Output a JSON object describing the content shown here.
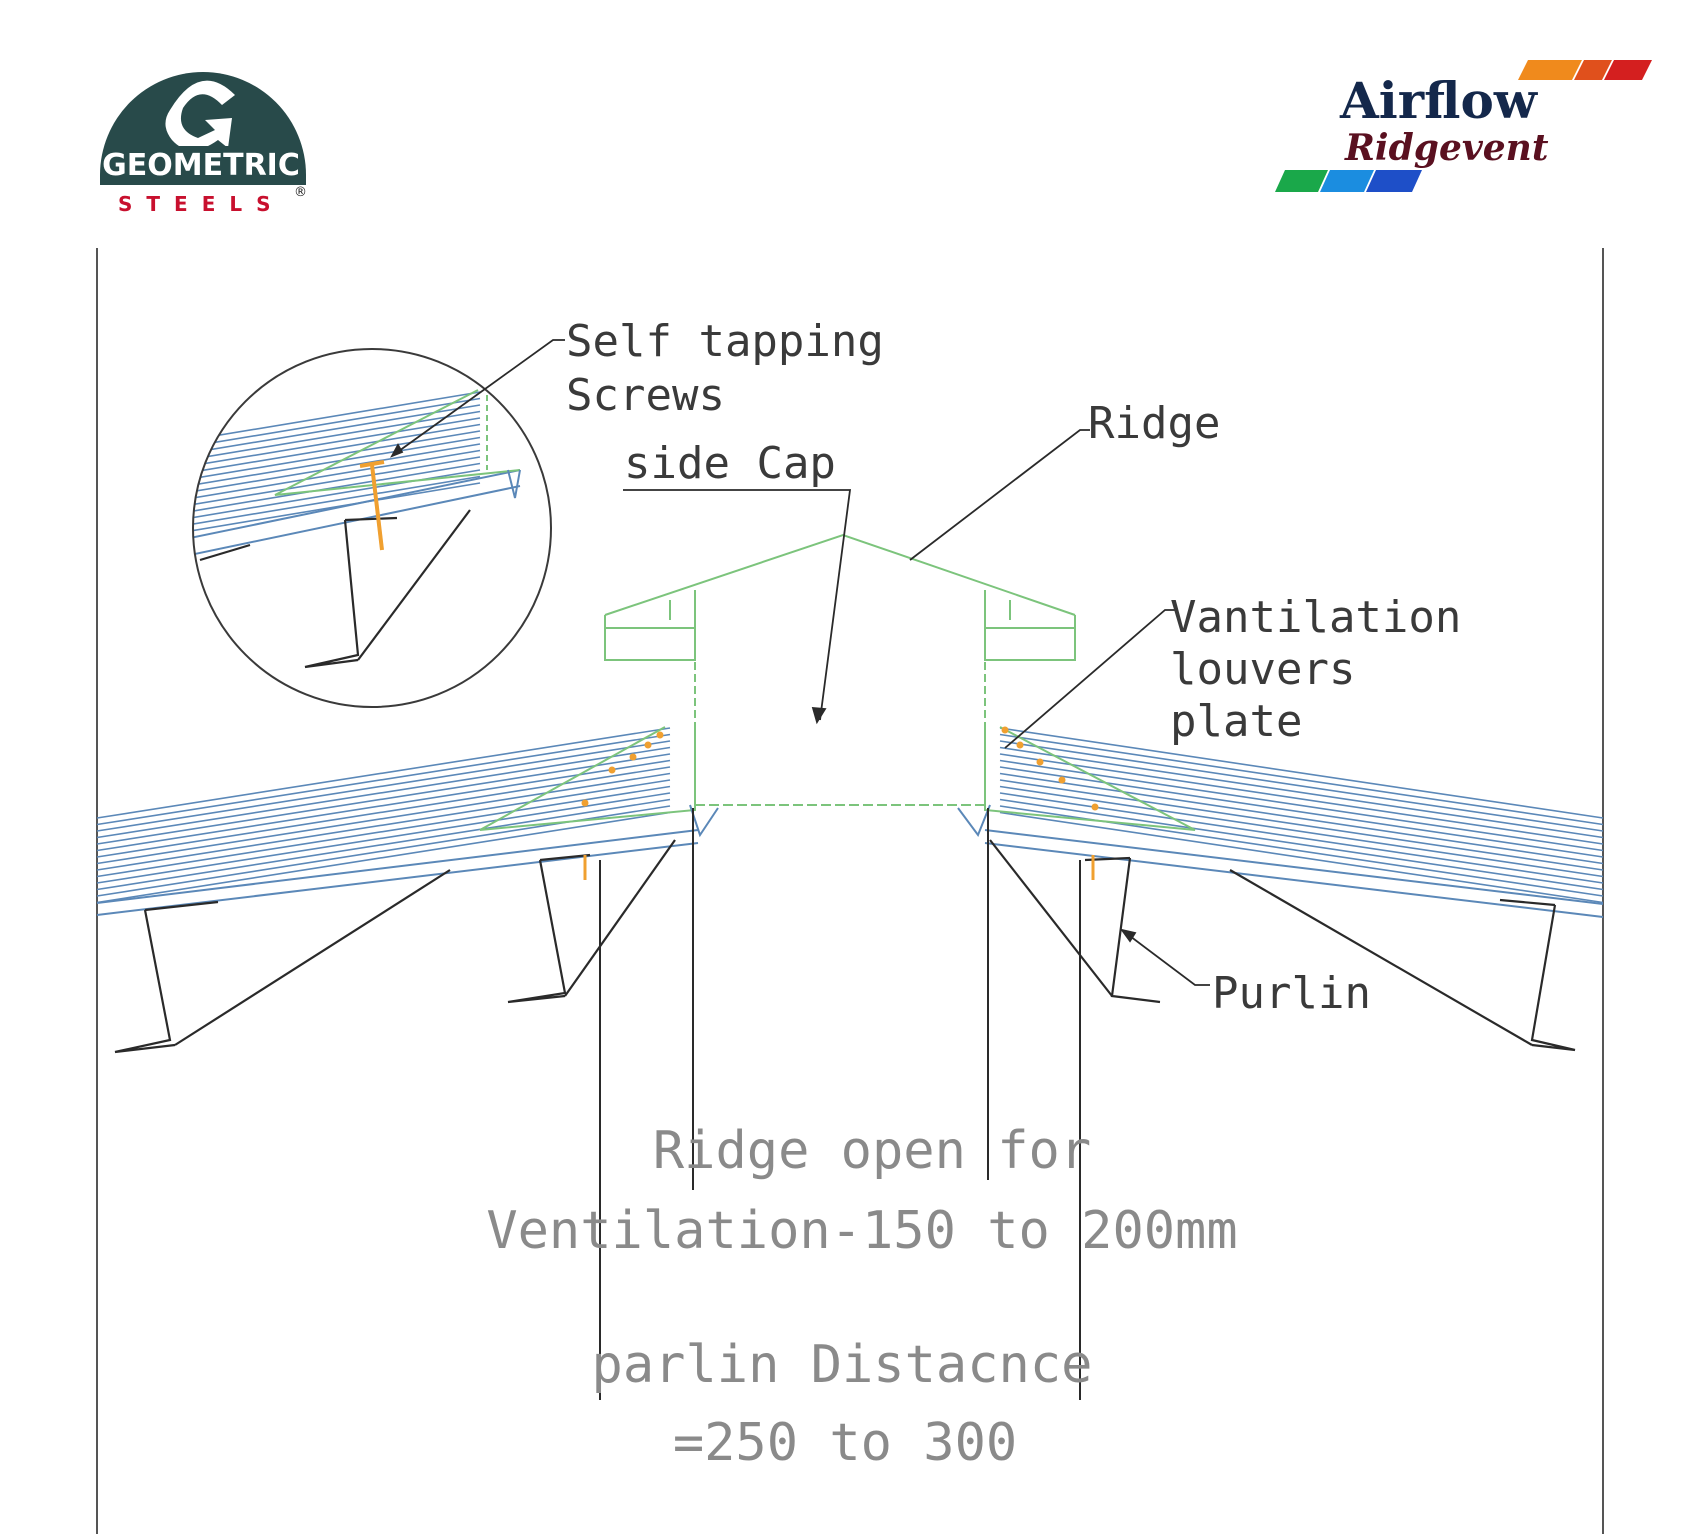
{
  "logos": {
    "geometric": {
      "name": "GEOMETRIC",
      "sub": "STEELS",
      "mark": "®",
      "color": "#284a4a"
    },
    "airflow": {
      "name": "Airflow",
      "sub": "Ridgevent",
      "stripe_colors_top": [
        "#f08a1c",
        "#e0501c",
        "#d41f1f"
      ],
      "stripe_colors_bottom": [
        "#1aa84a",
        "#1b8de0",
        "#1e4fc8"
      ]
    }
  },
  "labels": {
    "self_tapping_1": "Self tapping",
    "self_tapping_2": "Screws",
    "side_cap": "side Cap",
    "ridge": "Ridge",
    "vent_1": "Vantilation",
    "vent_2": "louvers",
    "vent_3": "plate",
    "purlin": "Purlin",
    "ridge_open_1": "Ridge open for",
    "ridge_open_2": "Ventilation-150 to 200mm",
    "purlin_dist_1": "parlin Distacnce",
    "purlin_dist_2": "=250 to 300"
  },
  "colors": {
    "sheet_blue": "#5b88b8",
    "ridge_green": "#7cc47c",
    "screw_orange": "#f0a030",
    "line_dark": "#2a2a2a"
  }
}
